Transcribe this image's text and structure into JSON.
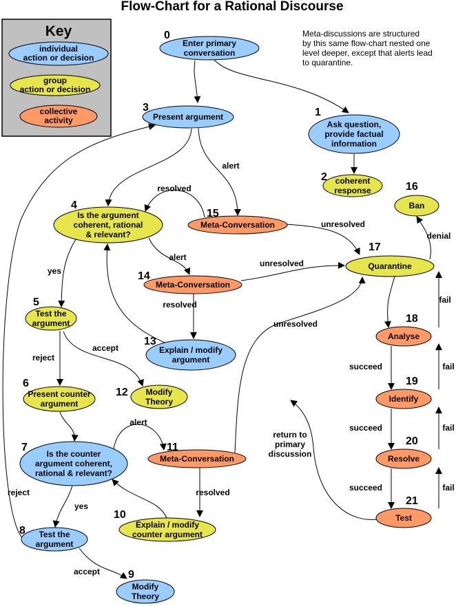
{
  "title": "Flow-Chart for a Rational Discourse",
  "note": [
    "Meta-discussions are structured",
    "by this same flow-chart nested one",
    "level deeper, except that alerts lead",
    "to quarantine."
  ],
  "key": {
    "title": "Key",
    "items": [
      {
        "id": "blue",
        "lines": [
          "individual",
          "action or decision"
        ],
        "color": "#99ccff"
      },
      {
        "id": "yellow",
        "lines": [
          "group",
          "action or decision"
        ],
        "color": "#e6e64c"
      },
      {
        "id": "orange",
        "lines": [
          "collective",
          "activity"
        ],
        "color": "#ff9966"
      }
    ]
  },
  "colors": {
    "blue": "#99ccff",
    "yellow": "#e6e64c",
    "orange": "#ff9966",
    "key_bg": "#c0c0c0"
  },
  "nodes": [
    {
      "id": "n0",
      "num": "0",
      "kind": "blue",
      "lines": [
        "Enter primary",
        "conversation"
      ]
    },
    {
      "id": "n1",
      "num": "1",
      "kind": "blue",
      "lines": [
        "Ask question,",
        "provide factual",
        "information"
      ]
    },
    {
      "id": "n2",
      "num": "2",
      "kind": "yellow",
      "lines": [
        "coherent",
        "response"
      ]
    },
    {
      "id": "n3",
      "num": "3",
      "kind": "blue",
      "lines": [
        "Present argument"
      ]
    },
    {
      "id": "n4",
      "num": "4",
      "kind": "yellow",
      "lines": [
        "Is the argument",
        "coherent, rational",
        "& relevant?"
      ]
    },
    {
      "id": "n5",
      "num": "5",
      "kind": "yellow",
      "lines": [
        "Test the",
        "argument"
      ]
    },
    {
      "id": "n6",
      "num": "6",
      "kind": "yellow",
      "lines": [
        "Present counter",
        "argument"
      ]
    },
    {
      "id": "n7",
      "num": "7",
      "kind": "blue",
      "lines": [
        "Is the counter",
        "argument coherent,",
        "rational & relevant?"
      ]
    },
    {
      "id": "n8",
      "num": "8",
      "kind": "blue",
      "lines": [
        "Test the",
        "argument"
      ]
    },
    {
      "id": "n9",
      "num": "9",
      "kind": "blue",
      "lines": [
        "Modify",
        "Theory"
      ]
    },
    {
      "id": "n10",
      "num": "10",
      "kind": "yellow",
      "lines": [
        "Explain / modify",
        "counter argument"
      ]
    },
    {
      "id": "n11",
      "num": "11",
      "kind": "orange",
      "lines": [
        "Meta-Conversation"
      ]
    },
    {
      "id": "n12",
      "num": "12",
      "kind": "yellow",
      "lines": [
        "Modify",
        "Theory"
      ]
    },
    {
      "id": "n13",
      "num": "13",
      "kind": "blue",
      "lines": [
        "Explain / modify",
        "argument"
      ]
    },
    {
      "id": "n14",
      "num": "14",
      "kind": "orange",
      "lines": [
        "Meta-Conversation"
      ]
    },
    {
      "id": "n15",
      "num": "15",
      "kind": "orange",
      "lines": [
        "Meta-Conversation"
      ]
    },
    {
      "id": "n16",
      "num": "16",
      "kind": "yellow",
      "lines": [
        "Ban"
      ]
    },
    {
      "id": "n17",
      "num": "17",
      "kind": "yellow",
      "lines": [
        "Quarantine"
      ]
    },
    {
      "id": "n18",
      "num": "18",
      "kind": "orange",
      "lines": [
        "Analyse"
      ]
    },
    {
      "id": "n19",
      "num": "19",
      "kind": "orange",
      "lines": [
        "Identify"
      ]
    },
    {
      "id": "n20",
      "num": "20",
      "kind": "orange",
      "lines": [
        "Resolve"
      ]
    },
    {
      "id": "n21",
      "num": "21",
      "kind": "orange",
      "lines": [
        "Test"
      ]
    }
  ],
  "edges": [
    {
      "id": "e0-3",
      "from": "n0",
      "to": "n3",
      "label": ""
    },
    {
      "id": "e0-1",
      "from": "n0",
      "to": "n1",
      "label": ""
    },
    {
      "id": "e1-2",
      "from": "n1",
      "to": "n2",
      "label": ""
    },
    {
      "id": "e3-4",
      "from": "n3",
      "to": "n4",
      "label": ""
    },
    {
      "id": "e3-15",
      "from": "n3",
      "to": "n15",
      "label": "alert"
    },
    {
      "id": "e15-4",
      "from": "n15",
      "to": "n4",
      "label": "resolved"
    },
    {
      "id": "e15-17",
      "from": "n15",
      "to": "n17",
      "label": "unresolved"
    },
    {
      "id": "e4-14",
      "from": "n4",
      "to": "n14",
      "label": "alert"
    },
    {
      "id": "e14-17",
      "from": "n14",
      "to": "n17",
      "label": "unresolved"
    },
    {
      "id": "e14-13",
      "from": "n14",
      "to": "n13",
      "label": "resolved"
    },
    {
      "id": "e13-4",
      "from": "n13",
      "to": "n4",
      "label": ""
    },
    {
      "id": "e4-5",
      "from": "n4",
      "to": "n5",
      "label": "yes"
    },
    {
      "id": "e5-6",
      "from": "n5",
      "to": "n6",
      "label": "reject"
    },
    {
      "id": "e5-12",
      "from": "n5",
      "to": "n12",
      "label": "accept"
    },
    {
      "id": "e6-7",
      "from": "n6",
      "to": "n7",
      "label": ""
    },
    {
      "id": "e7-11",
      "from": "n7",
      "to": "n11",
      "label": "alert"
    },
    {
      "id": "e11-17",
      "from": "n11",
      "to": "n17",
      "label": "unresolved"
    },
    {
      "id": "e11-10",
      "from": "n11",
      "to": "n10",
      "label": "resolved"
    },
    {
      "id": "e10-7",
      "from": "n10",
      "to": "n7",
      "label": ""
    },
    {
      "id": "e7-8",
      "from": "n7",
      "to": "n8",
      "label": "yes"
    },
    {
      "id": "e8-9",
      "from": "n8",
      "to": "n9",
      "label": "accept"
    },
    {
      "id": "e8-3",
      "from": "n8",
      "to": "n3",
      "label": "reject"
    },
    {
      "id": "e17-16",
      "from": "n17",
      "to": "n16",
      "label": "denial"
    },
    {
      "id": "e17-18",
      "from": "n17",
      "to": "n18",
      "label": ""
    },
    {
      "id": "e18-19",
      "from": "n18",
      "to": "n19",
      "label": "succeed"
    },
    {
      "id": "e19-20",
      "from": "n19",
      "to": "n20",
      "label": "succeed"
    },
    {
      "id": "e20-21",
      "from": "n20",
      "to": "n21",
      "label": "succeed"
    },
    {
      "id": "e18-17",
      "from": "n18",
      "to": "n17",
      "label": "fail"
    },
    {
      "id": "e19-18",
      "from": "n19",
      "to": "n18",
      "label": "fail"
    },
    {
      "id": "e20-19",
      "from": "n20",
      "to": "n19",
      "label": "fail"
    },
    {
      "id": "e21-20",
      "from": "n21",
      "to": "n20",
      "label": "fail"
    },
    {
      "id": "e21-primary",
      "from": "n21",
      "to": "primary",
      "label": "return to primary discussion"
    }
  ]
}
